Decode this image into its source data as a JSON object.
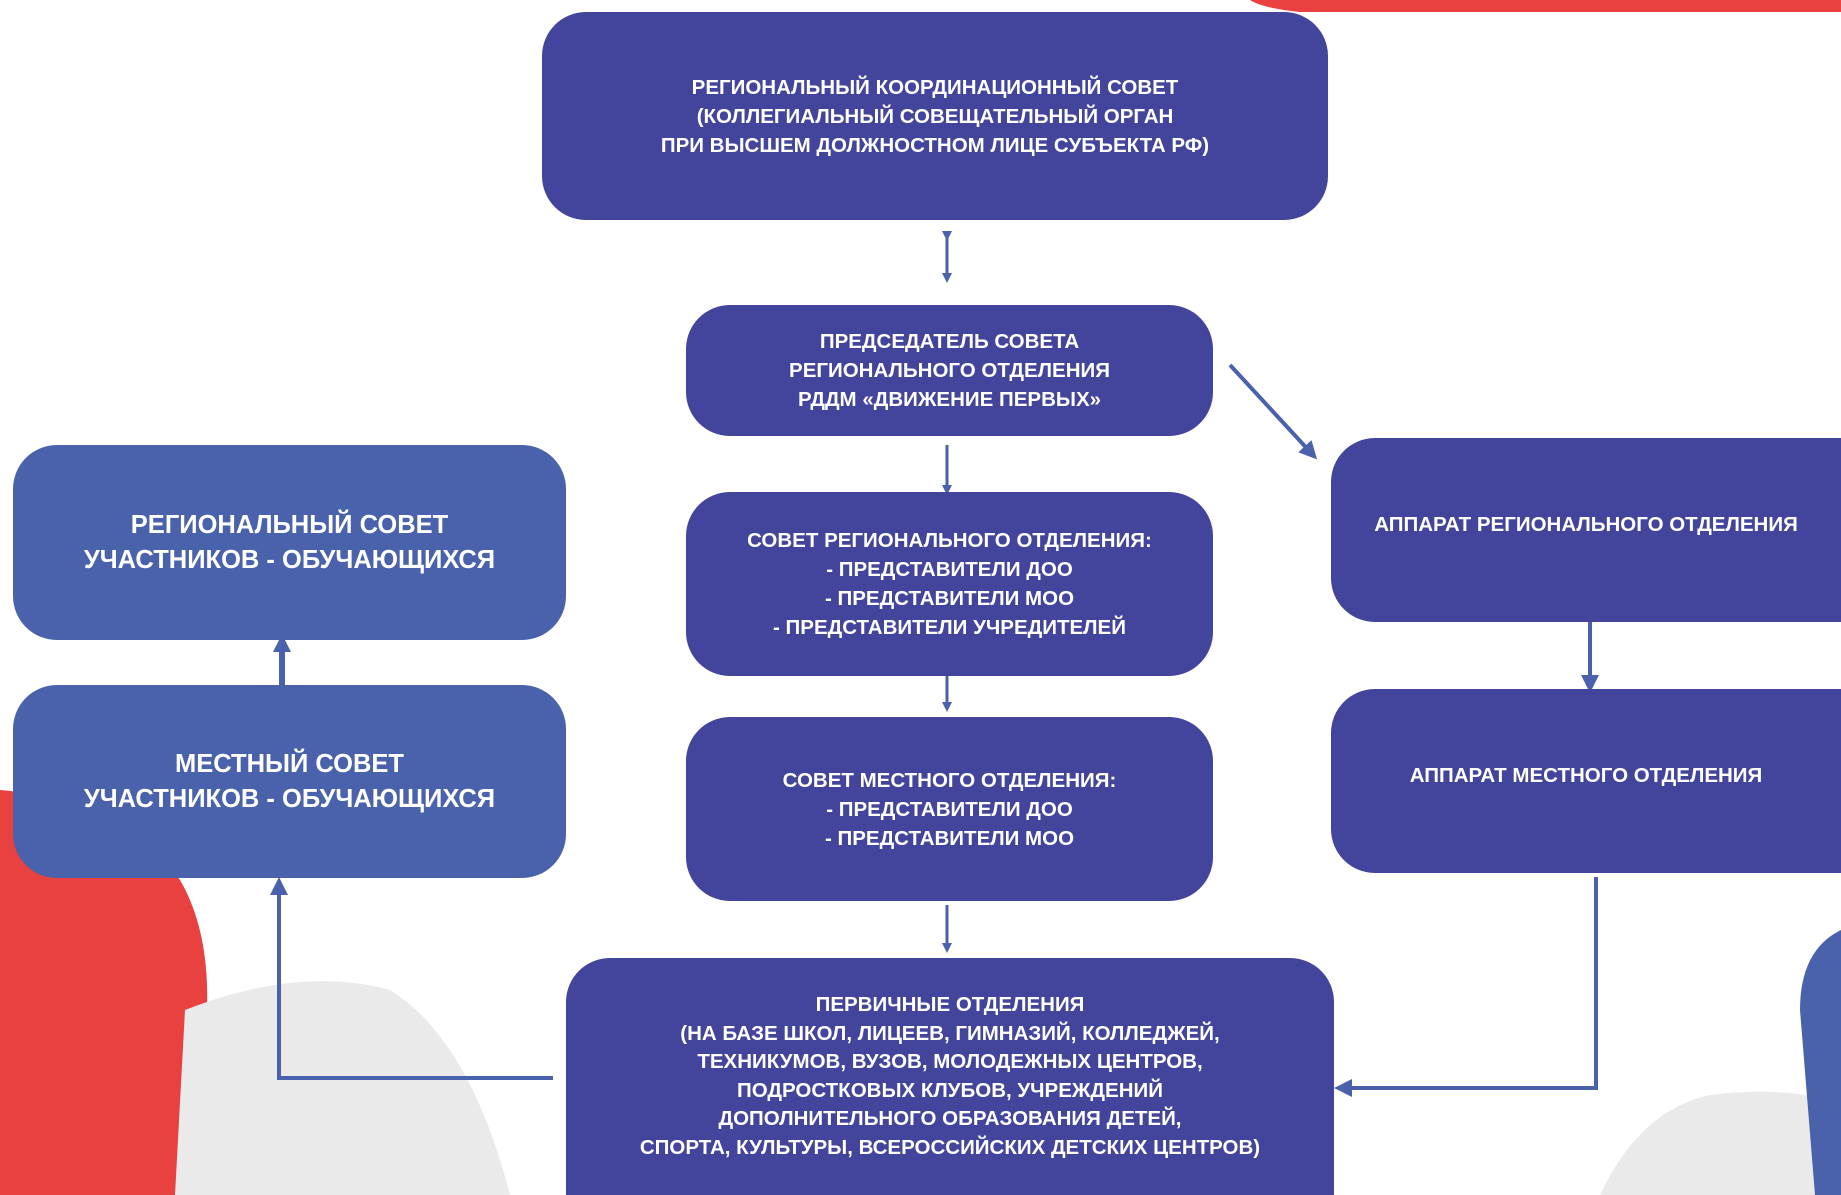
{
  "colors": {
    "box_dark": "#43449b",
    "box_light": "#4a62ab",
    "arrow": "#4a62ab",
    "deco_red": "#e94040",
    "deco_gray": "#eaeaea",
    "deco_blue": "#4a62ab"
  },
  "nodes": {
    "coordination_council": [
      "РЕГИОНАЛЬНЫЙ КООРДИНАЦИОННЫЙ СОВЕТ",
      "(КОЛЛЕГИАЛЬНЫЙ СОВЕЩАТЕЛЬНЫЙ ОРГАН",
      "ПРИ ВЫСШЕМ ДОЛЖНОСТНОМ ЛИЦЕ СУБЪЕКТА РФ)"
    ],
    "chairman": [
      "ПРЕДСЕДАТЕЛЬ СОВЕТА",
      "РЕГИОНАЛЬНОГО ОТДЕЛЕНИЯ",
      "РДДМ «ДВИЖЕНИЕ ПЕРВЫХ»"
    ],
    "regional_branch_council": [
      "СОВЕТ РЕГИОНАЛЬНОГО ОТДЕЛЕНИЯ:",
      "- ПРЕДСТАВИТЕЛИ ДОО",
      "- ПРЕДСТАВИТЕЛИ МОО",
      "- ПРЕДСТАВИТЕЛИ УЧРЕДИТЕЛЕЙ"
    ],
    "local_branch_council": [
      "СОВЕТ МЕСТНОГО ОТДЕЛЕНИЯ:",
      "- ПРЕДСТАВИТЕЛИ ДОО",
      "- ПРЕДСТАВИТЕЛИ МОО"
    ],
    "primary_branches": [
      "ПЕРВИЧНЫЕ ОТДЕЛЕНИЯ",
      "(НА БАЗЕ ШКОЛ, ЛИЦЕЕВ, ГИМНАЗИЙ, КОЛЛЕДЖЕЙ,",
      "ТЕХНИКУМОВ, ВУЗОВ, МОЛОДЕЖНЫХ ЦЕНТРОВ,",
      "ПОДРОСТКОВЫХ КЛУБОВ, УЧРЕЖДЕНИЙ",
      "ДОПОЛНИТЕЛЬНОГО ОБРАЗОВАНИЯ ДЕТЕЙ,",
      "СПОРТА, КУЛЬТУРЫ, ВСЕРОССИЙСКИХ ДЕТСКИХ ЦЕНТРОВ)"
    ],
    "regional_students_council": [
      "РЕГИОНАЛЬНЫЙ СОВЕТ",
      "УЧАСТНИКОВ - ОБУЧАЮЩИХСЯ"
    ],
    "local_students_council": [
      "МЕСТНЫЙ СОВЕТ",
      "УЧАСТНИКОВ - ОБУЧАЮЩИХСЯ"
    ],
    "regional_apparatus": [
      "АППАРАТ РЕГИОНАЛЬНОГО ОТДЕЛЕНИЯ"
    ],
    "local_apparatus": [
      "АППАРАТ МЕСТНОГО ОТДЕЛЕНИЯ"
    ]
  }
}
